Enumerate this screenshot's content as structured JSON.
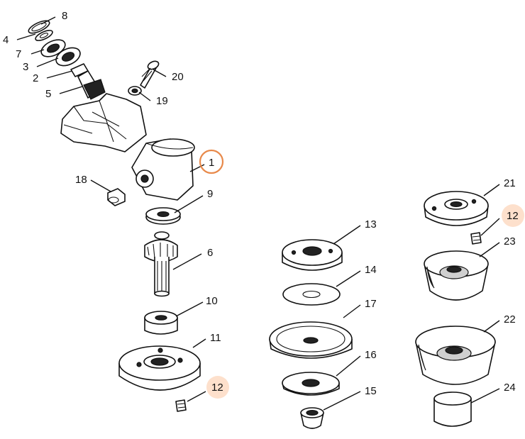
{
  "colors": {
    "highlight": "#e8894a",
    "highlight_fill": "#fde0cc",
    "ink": "#111111"
  },
  "labels": {
    "p1": "1",
    "p2": "2",
    "p3": "3",
    "p4": "4",
    "p5": "5",
    "p6": "6",
    "p7": "7",
    "p8": "8",
    "p9": "9",
    "p10": "10",
    "p11": "11",
    "p12a": "12",
    "p12b": "12",
    "p13": "13",
    "p14": "14",
    "p15": "15",
    "p16": "16",
    "p17": "17",
    "p18": "18",
    "p19": "19",
    "p20": "20",
    "p21": "21",
    "p22": "22",
    "p23": "23",
    "p24": "24"
  }
}
